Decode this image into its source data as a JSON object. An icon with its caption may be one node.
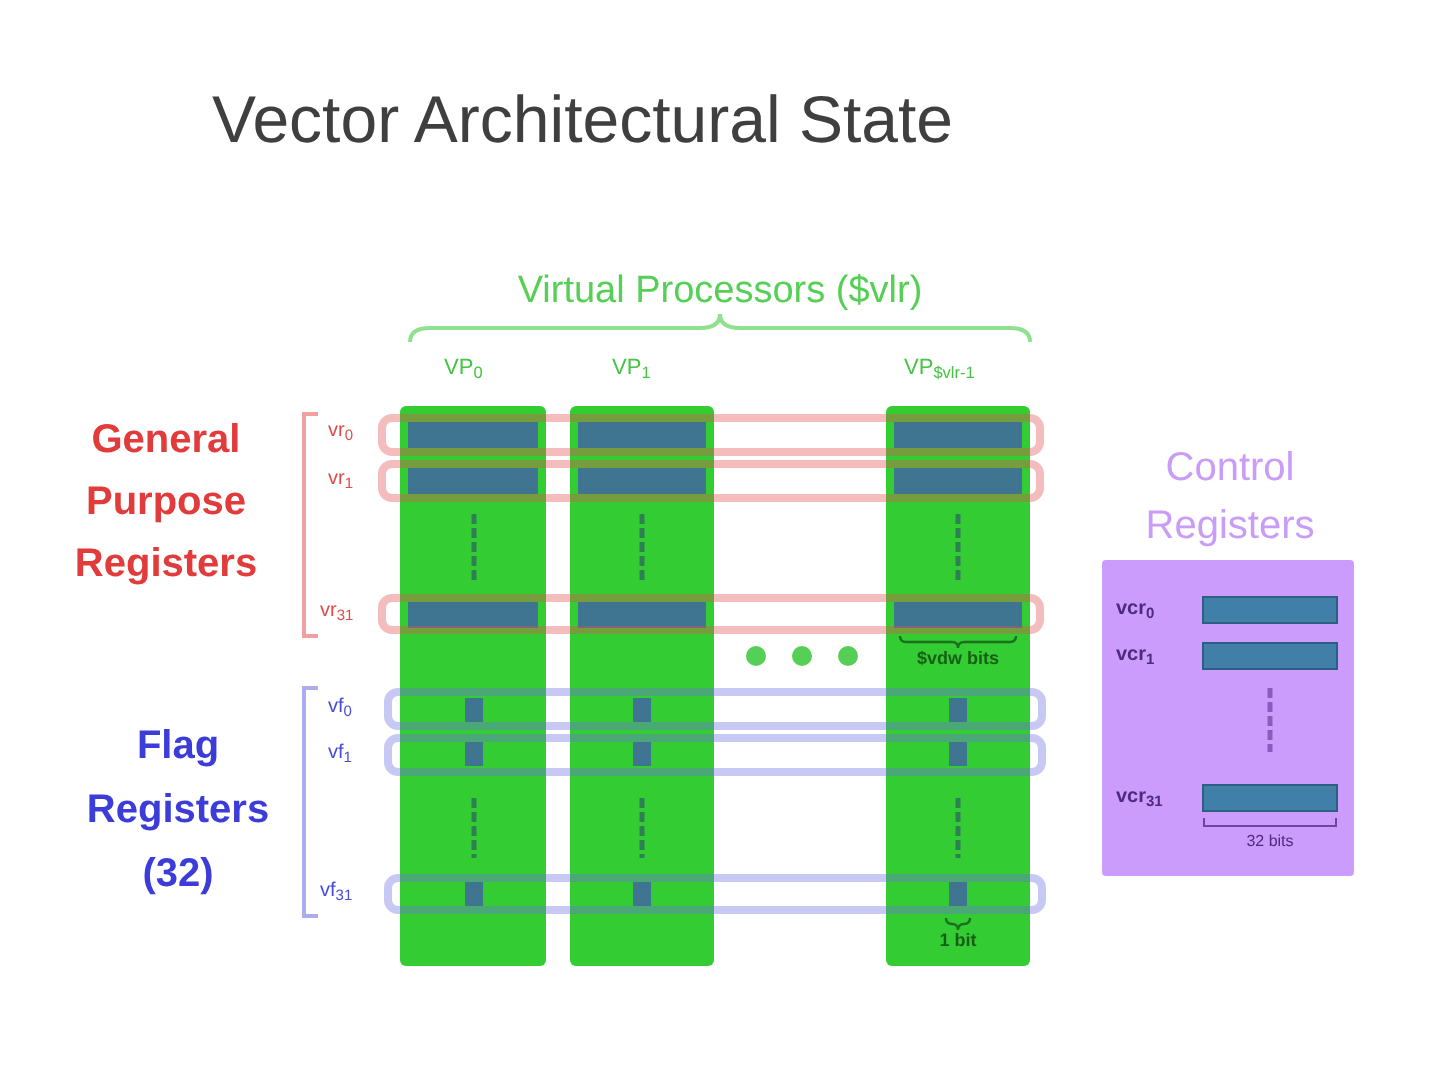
{
  "diagram": {
    "title": "Vector Architectural State",
    "nodes": [
      {
        "text": [],
        "shape": "bar"
      },
      {
        "text": [],
        "shape": "bar"
      },
      {
        "text": [
          "$vdw bits",
          "1 bit"
        ]
      },
      {
        "text": [
          "vcr$_{0}$",
          "vcr$_{1}$",
          "vcr$_{31}$",
          "32 bits"
        ]
      }
    ],
    "labels": [
      "Virtual Processors ($vlr)",
      "VP$_{0}$",
      "VP$_{1}$",
      "VP$_{$vlr-1}$",
      "Control Registers",
      "General Purpose Registers",
      "vr$_{0}$",
      "vr$_{1}$",
      "vr$_{31}$",
      "Flag Registers (32)",
      "vf$_{0}$",
      "vf$_{1}$",
      "vf$_{31}$"
    ]
  }
}
